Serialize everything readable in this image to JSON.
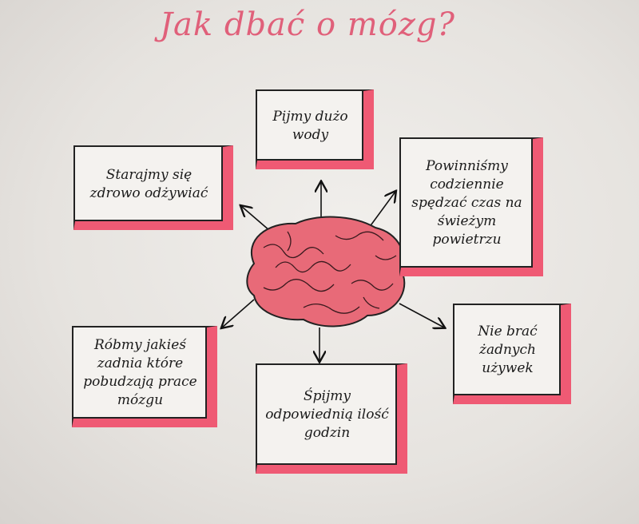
{
  "title": "Jak dbać o mózg?",
  "boxes": {
    "water": "Pijmy dużo wody",
    "diet": "Starajmy się zdrowo odżywiać",
    "fresh_air": "Powinniśmy codziennie spędzać czas na świeżym powietrzu",
    "no_stimulants": "Nie brać żadnych używek",
    "sleep": "Śpijmy odpowiednią ilość godzin",
    "tasks": "Róbmy jakieś zadnia które pobudzają prace mózgu"
  },
  "colors": {
    "accent": "#ef5a74",
    "brain": "#e86a78",
    "ink": "#1a1a1a"
  }
}
